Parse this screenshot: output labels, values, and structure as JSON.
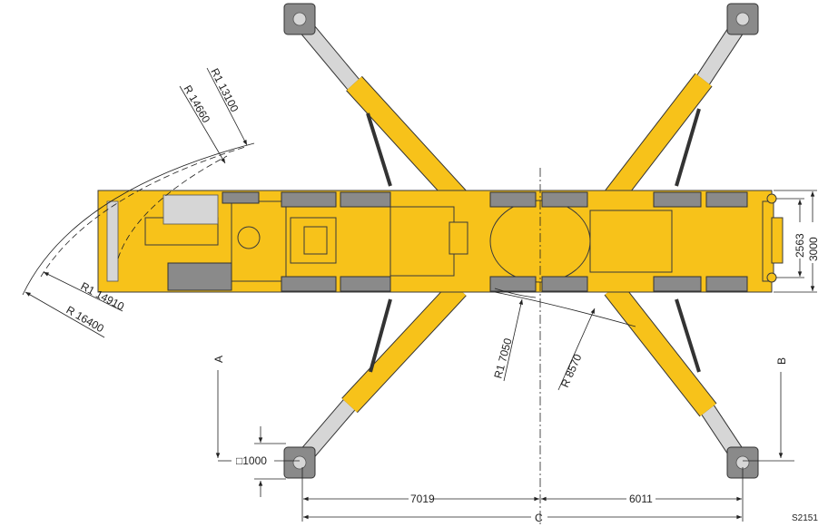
{
  "drawing_id": "S2151",
  "radii": {
    "r1_13100": "R1 13100",
    "r_14660": "R 14660",
    "r1_14910": "R1 14910",
    "r_16400": "R 16400",
    "r1_7050": "R1 7050",
    "r_8570": "R 8570"
  },
  "dimensions": {
    "inner_width": "2563",
    "outer_width": "3000",
    "front_span": "7019",
    "rear_span": "6011",
    "total_span": "C",
    "pad_size": "□1000"
  },
  "section_markers": {
    "a": "A",
    "b": "B"
  },
  "colors": {
    "body": "#f7c21a",
    "tires": "#8a8a8a",
    "outrigger_inner": "#d6d6d6"
  }
}
